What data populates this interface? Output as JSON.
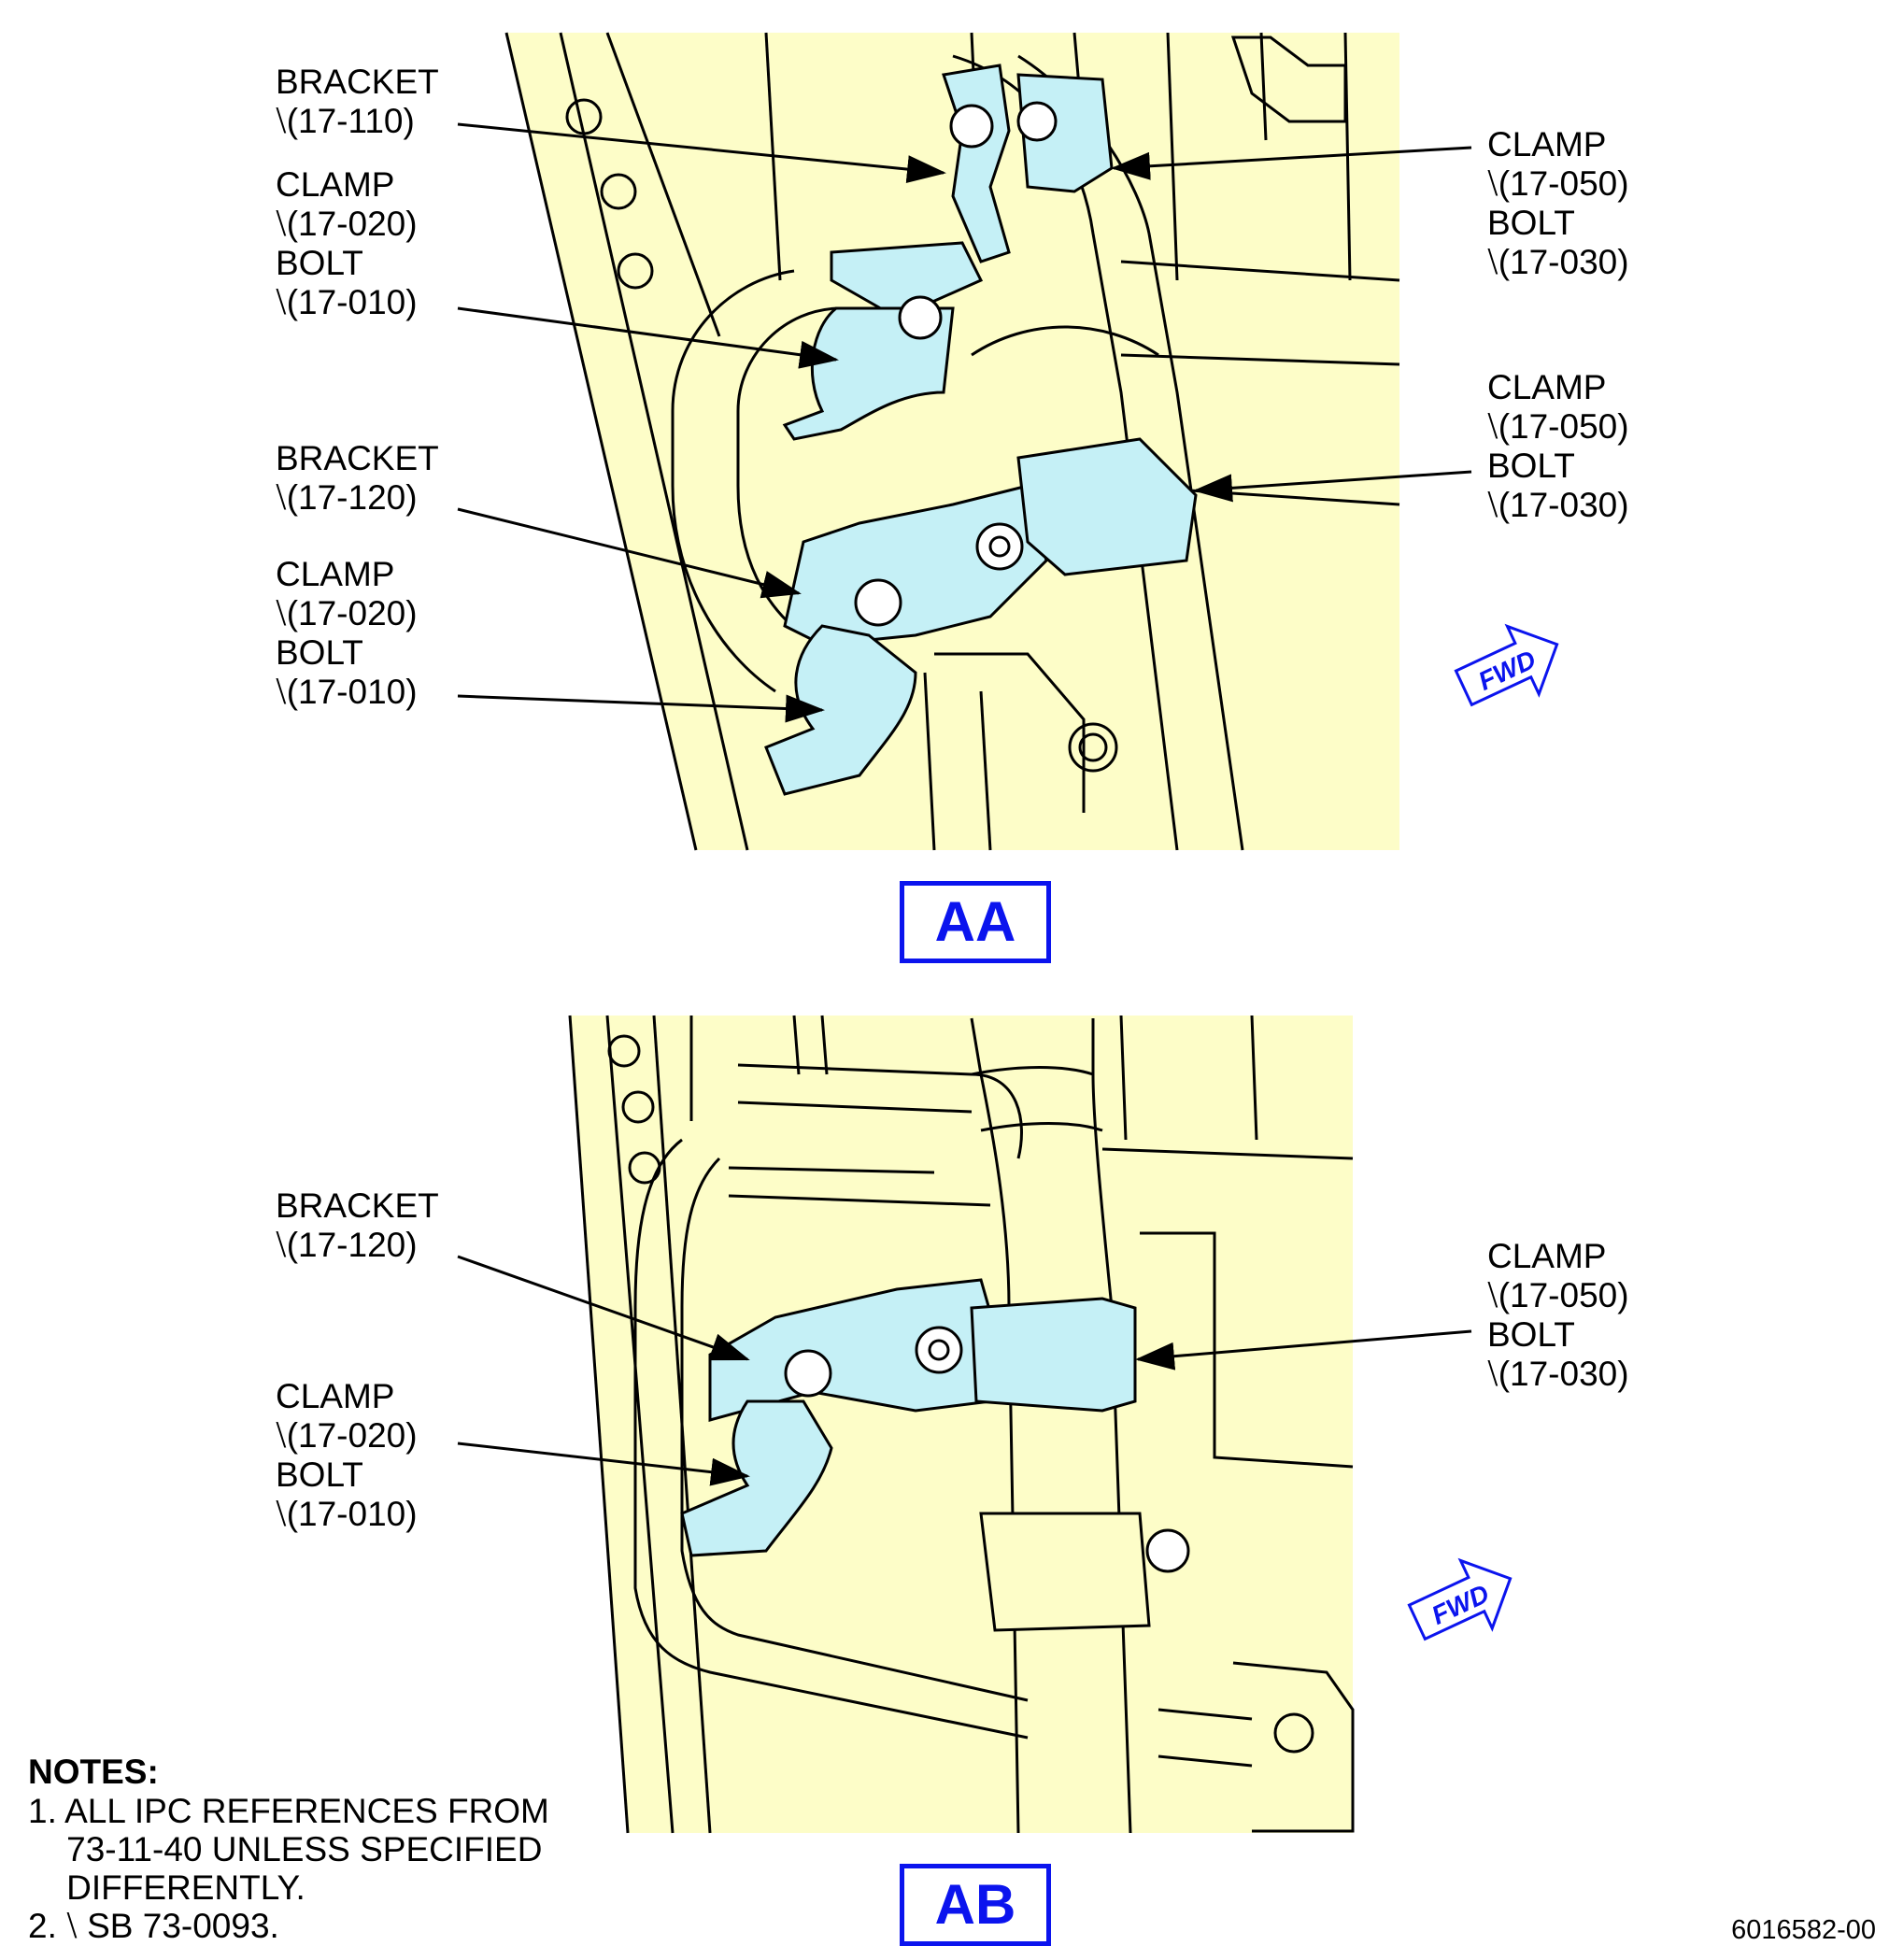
{
  "views": [
    {
      "id": "AA",
      "labels": [
        {
          "lines": [
            "BRACKET",
            "⧵(17-110)"
          ]
        },
        {
          "lines": [
            "CLAMP",
            "⧵(17-020)",
            "BOLT",
            "⧵(17-010)"
          ]
        },
        {
          "lines": [
            "BRACKET",
            "⧵(17-120)"
          ]
        },
        {
          "lines": [
            "CLAMP",
            "⧵(17-020)",
            "BOLT",
            "⧵(17-010)"
          ]
        },
        {
          "lines": [
            "CLAMP",
            "⧵(17-050)",
            "BOLT",
            "⧵(17-030)"
          ]
        },
        {
          "lines": [
            "CLAMP",
            "⧵(17-050)",
            "BOLT",
            "⧵(17-030)"
          ]
        }
      ],
      "fwd_label": "FWD"
    },
    {
      "id": "AB",
      "labels": [
        {
          "lines": [
            "BRACKET",
            "⧵(17-120)"
          ]
        },
        {
          "lines": [
            "CLAMP",
            "⧵(17-020)",
            "BOLT",
            "⧵(17-010)"
          ]
        },
        {
          "lines": [
            "CLAMP",
            "⧵(17-050)",
            "BOLT",
            "⧵(17-030)"
          ]
        }
      ],
      "fwd_label": "FWD"
    }
  ],
  "notes": {
    "title": "NOTES:",
    "items": [
      "1. ALL IPC REFERENCES FROM",
      "    73-11-40 UNLESS SPECIFIED",
      "    DIFFERENTLY.",
      "2. ⧵ SB 73-0093."
    ]
  },
  "figure_id": "6016582-00",
  "colors": {
    "background_fill": "#fdfdc8",
    "part_highlight": "#c5f0f6",
    "view_label": "#0b14ee",
    "line": "#000000"
  }
}
